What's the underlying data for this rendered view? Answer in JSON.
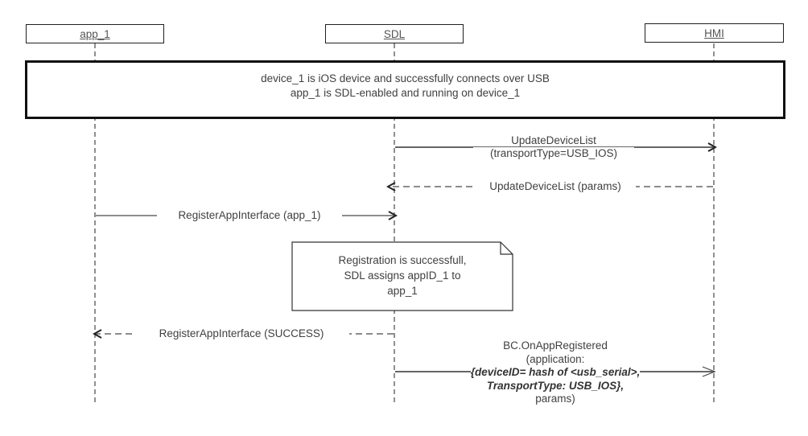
{
  "actors": [
    {
      "id": "app_1",
      "label": "app_1"
    },
    {
      "id": "sdl",
      "label": "SDL"
    },
    {
      "id": "hmi",
      "label": "HMI"
    }
  ],
  "precondition": {
    "line1": "device_1 is iOS device and successfully connects over USB",
    "line2": "app_1 is SDL-enabled and running on device_1"
  },
  "messages": [
    {
      "from": "SDL",
      "to": "HMI",
      "type": "sync",
      "line1": "UpdateDeviceList",
      "line2": "(transportType=USB_IOS)"
    },
    {
      "from": "HMI",
      "to": "SDL",
      "type": "return",
      "line1": "UpdateDeviceList (params)"
    },
    {
      "from": "app_1",
      "to": "SDL",
      "type": "sync",
      "line1": "RegisterAppInterface (app_1)"
    },
    {
      "from": "SDL",
      "to": "app_1",
      "type": "return",
      "line1": "RegisterAppInterface (SUCCESS)"
    },
    {
      "from": "SDL",
      "to": "HMI",
      "type": "async",
      "line1": "BC.OnAppRegistered",
      "line2": "(application:",
      "line3": "{deviceID= hash of <usb_serial>,",
      "line4": "TransportType: USB_IOS},",
      "line5": "params)"
    }
  ],
  "note": {
    "line1": "Registration is successfull,",
    "line2": "SDL assigns appID_1 to",
    "line3": "app_1"
  },
  "colors": {
    "line": "#606060",
    "border": "#111111",
    "text": "#404040"
  }
}
